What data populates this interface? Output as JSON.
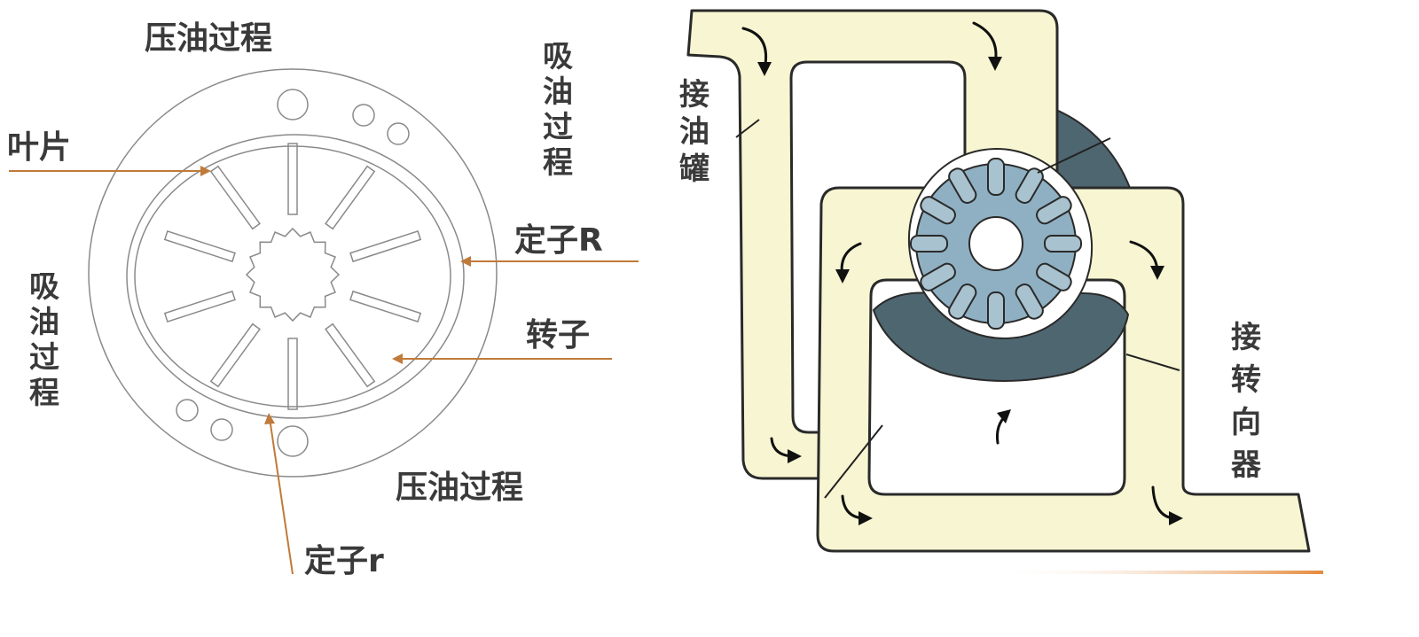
{
  "left_diagram": {
    "labels": {
      "press_top": "压油过程",
      "suction_right": [
        "吸",
        "油",
        "过",
        "程"
      ],
      "vane": "叶片",
      "stator_big": "定子R",
      "suction_left": [
        "吸",
        "油",
        "过",
        "程"
      ],
      "rotor": "转子",
      "press_bottom": "压油过程",
      "stator_small": "定子r"
    }
  },
  "right_diagram": {
    "labels": {
      "tank": [
        "接",
        "油",
        "罐"
      ],
      "steering": [
        "接",
        "转",
        "向",
        "器"
      ]
    }
  },
  "colors": {
    "pipe_fill": "#f8f6d2",
    "pump_housing": "#4e6670",
    "rotor": "#8fb0c2",
    "leader_orange": "#c07a3a",
    "accent_bar": "#e48a3c"
  }
}
